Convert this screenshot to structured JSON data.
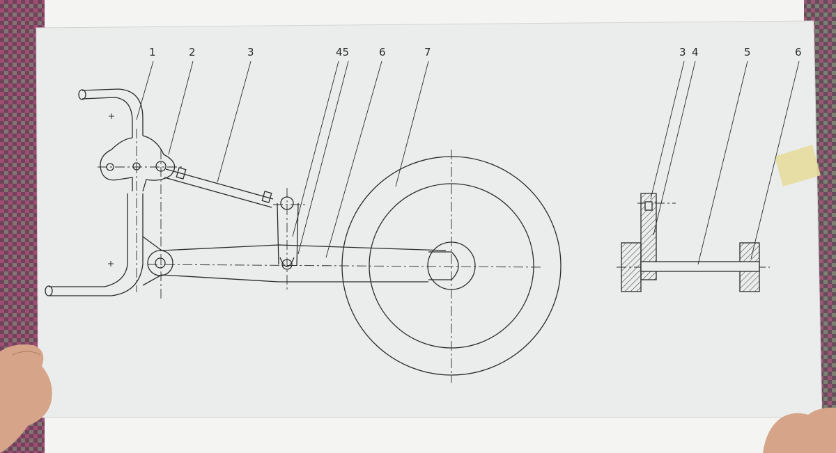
{
  "scene": {
    "colors": {
      "tablecloth": "#7a4a60",
      "paper": "#f4f4f2",
      "tracing": "#e9eaea",
      "ink": "#2a2a2a",
      "tape": "#e8dfa0",
      "skin": "#d9a88c"
    }
  },
  "drawing": {
    "side_view": {
      "callouts": [
        "1",
        "2",
        "3",
        "45",
        "6",
        "7"
      ]
    },
    "section_view": {
      "callouts": [
        "3",
        "4",
        "5",
        "6"
      ]
    }
  }
}
